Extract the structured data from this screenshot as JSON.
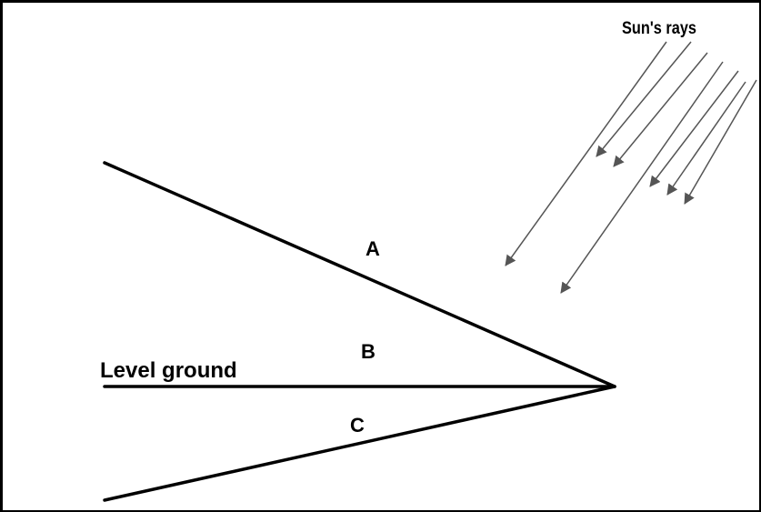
{
  "labels": {
    "sun_rays": "Sun's rays",
    "slope_a": "A",
    "slope_b": "B",
    "slope_c": "C",
    "level_ground": "Level ground"
  },
  "colors": {
    "line": "#000000",
    "ray": "#555555",
    "background": "#ffffff"
  },
  "icons": {
    "ray_arrowhead": "arrowhead-icon"
  }
}
